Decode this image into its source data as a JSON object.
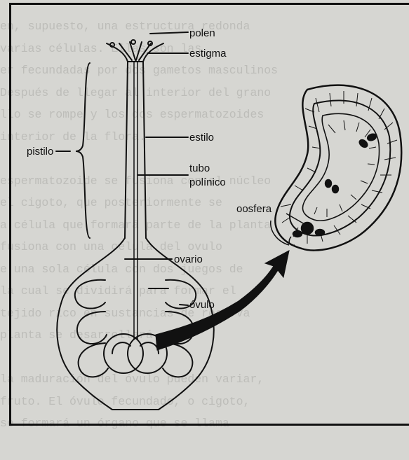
{
  "diagram": {
    "labels": {
      "polen": "polen",
      "estigma": "estigma",
      "pistilo": "pistilo",
      "estilo": "estilo",
      "tubo": "tubo",
      "polinico": "polínico",
      "oosfera": "oosfera",
      "ovario": "ovario",
      "ovulo": "óvulo"
    }
  },
  "background_text": [
    "en, supuesto, una estructura redonda",
    "varias células. Ellas son las",
    "er fecundadas por dos gametos masculinos",
    "Después de llegar al interior del grano",
    "llo se rompe y los dos espermatozoides",
    "interior de la flora.",
    "",
    "espermatozoide se fusiona con el núcleo",
    "el cigoto, que posteriormente se",
    "a célula que formará parte de la planta",
    "fusiona con una célula del ovulo",
    "e una sola célula con dos juegos de",
    "la cual se dividirá para formar el",
    "tejido rico en sustancias de reserva",
    "planta se desarrollará.",
    "",
    "la maduración del óvulo pueden variar,",
    "fruto. El óvulo fecundado, o cigoto,",
    "se formará un órgano que se llama"
  ]
}
